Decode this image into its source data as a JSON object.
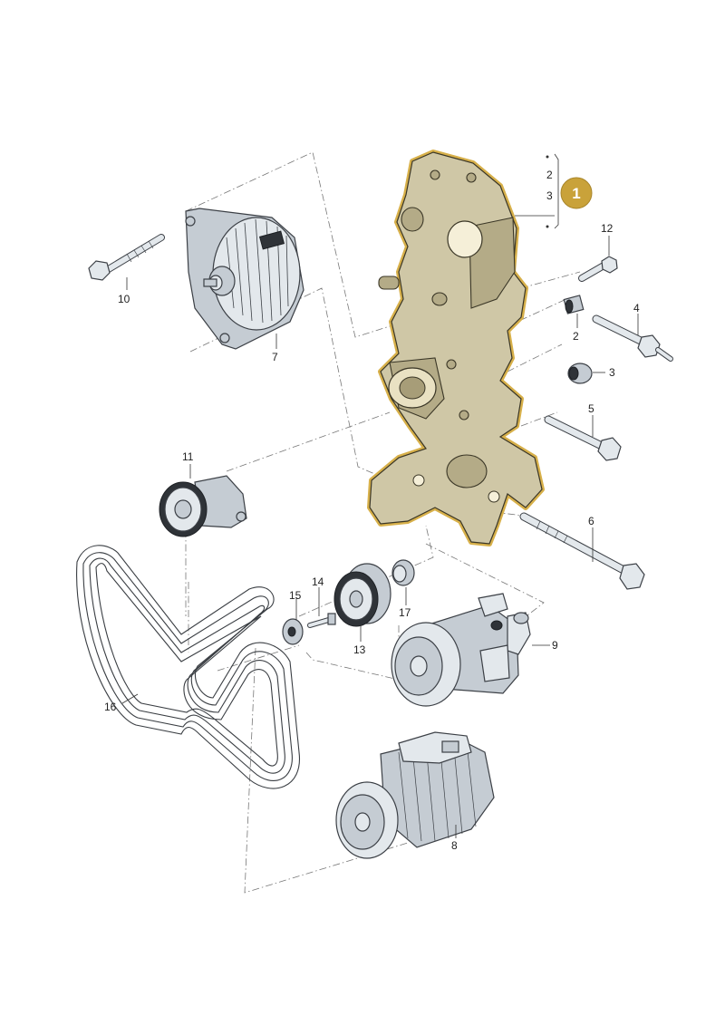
{
  "callouts": {
    "main": "1",
    "bracket_sub_2": "2",
    "bracket_sub_3": "3",
    "bolt_12": "12",
    "bushing_2": "2",
    "bolt_4": "4",
    "nut_3": "3",
    "bolt_5": "5",
    "bolt_6": "6",
    "alternator_7": "7",
    "compressor_8": "8",
    "steering_pump_9": "9",
    "bolt_10": "10",
    "tensioner_11": "11",
    "pulley_13": "13",
    "bolt_14": "14",
    "washer_15": "15",
    "belt_16": "16",
    "cap_17": "17"
  },
  "colors": {
    "highlight_badge": "#c9a23a",
    "bracket_fill": "#cfc7a6",
    "bracket_outline": "#d7b04a",
    "part_metal": "#e3e8ec"
  }
}
